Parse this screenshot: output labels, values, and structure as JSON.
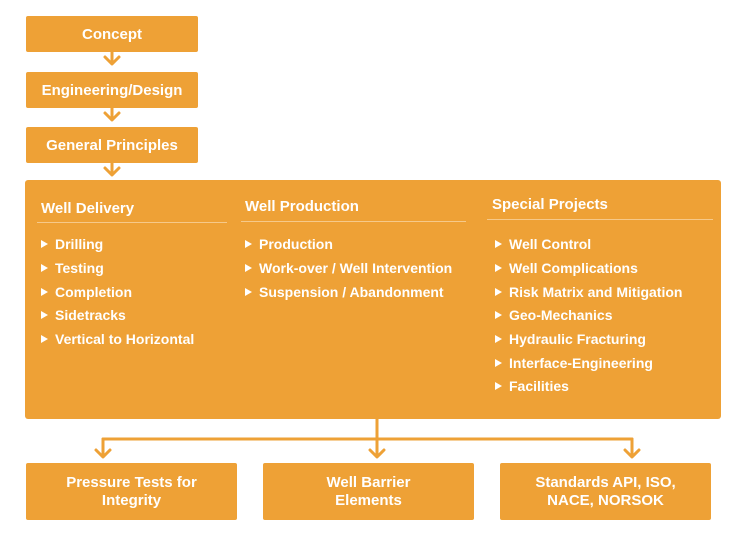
{
  "flow": {
    "concept": "Concept",
    "engineering": "Engineering/Design",
    "principles": "General Principles"
  },
  "columns": [
    {
      "title": "Well Delivery",
      "items": [
        "Drilling",
        "Testing",
        "Completion",
        "Sidetracks",
        "Vertical to Horizontal"
      ]
    },
    {
      "title": "Well Production",
      "items": [
        "Production",
        "Work-over / Well Intervention",
        "Suspension / Abandonment"
      ]
    },
    {
      "title": "Special Projects",
      "items": [
        "Well Control",
        "Well Complications",
        "Risk Matrix and Mitigation",
        "Geo-Mechanics",
        "Hydraulic Fracturing",
        "Interface-Engineering",
        "Facilities"
      ]
    }
  ],
  "outputs": {
    "pressure": "Pressure Tests for Integrity",
    "barrier": "Well Barrier Elements",
    "standards": "Standards API, ISO, NACE, NORSOK"
  },
  "colors": {
    "box": "#eea136",
    "text": "#ffffff"
  }
}
